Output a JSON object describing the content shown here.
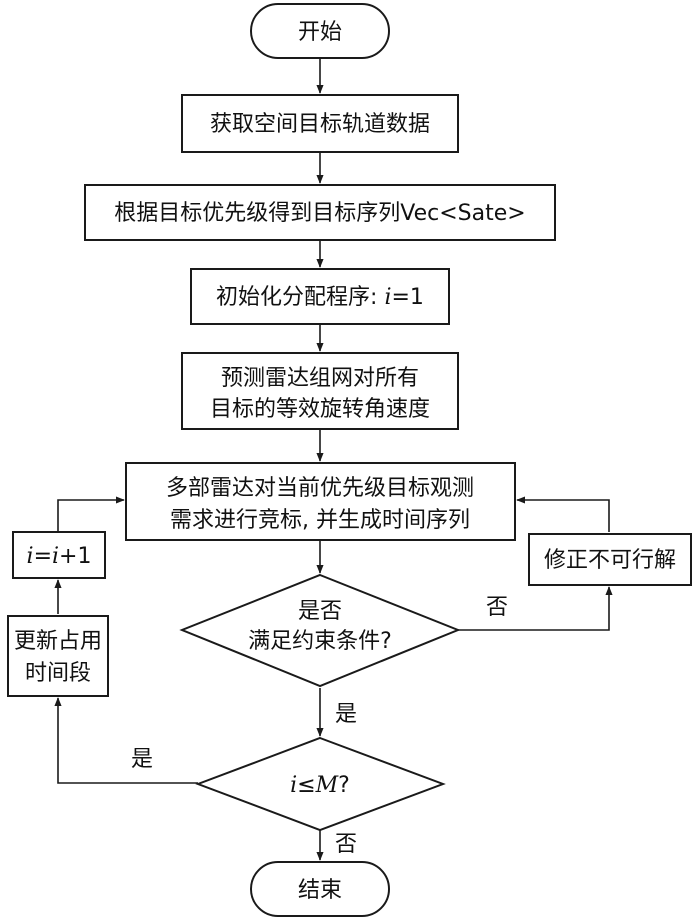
{
  "nodes": {
    "start": "开始",
    "acquire": "获取空间目标轨道数据",
    "sequence": "根据目标优先级得到目标序列Vec<Sate>",
    "init_prefix": "初始化分配程序: ",
    "init_var": "i",
    "init_suffix": "=1",
    "predict_line1": "预测雷达组网对所有",
    "predict_line2": "目标的等效旋转角速度",
    "bid_line1": "多部雷达对当前优先级目标观测",
    "bid_line2": "需求进行竞标, 并生成时间序列",
    "check_line1": "是否",
    "check_line2": "满足约束条件?",
    "loop_var": "i",
    "loop_cmp": "≤",
    "loop_bound": "M",
    "loop_q": "?",
    "increment_a": "i",
    "increment_eq": "=",
    "increment_b": "i",
    "increment_plus": "+1",
    "update_line1": "更新占用",
    "update_line2": "时间段",
    "fix": "修正不可行解",
    "end": "结束"
  },
  "edge_labels": {
    "check_no": "否",
    "check_yes": "是",
    "loop_yes": "是",
    "loop_no": "否"
  }
}
